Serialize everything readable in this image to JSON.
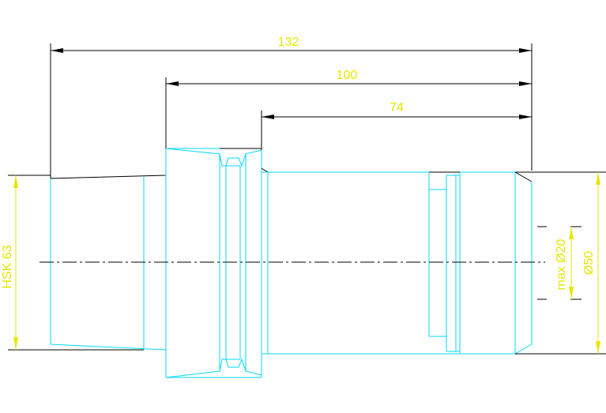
{
  "dimensions": {
    "overall_length": "132",
    "length_100": "100",
    "length_74": "74",
    "taper_label": "HSK 63",
    "max_bore": "max Ø20",
    "outer_diameter": "Ø50"
  },
  "colors": {
    "outline": "#00d8ff",
    "dimension_lines": "#000000",
    "dimension_text": "#e6e600",
    "background": "#ffffff"
  }
}
